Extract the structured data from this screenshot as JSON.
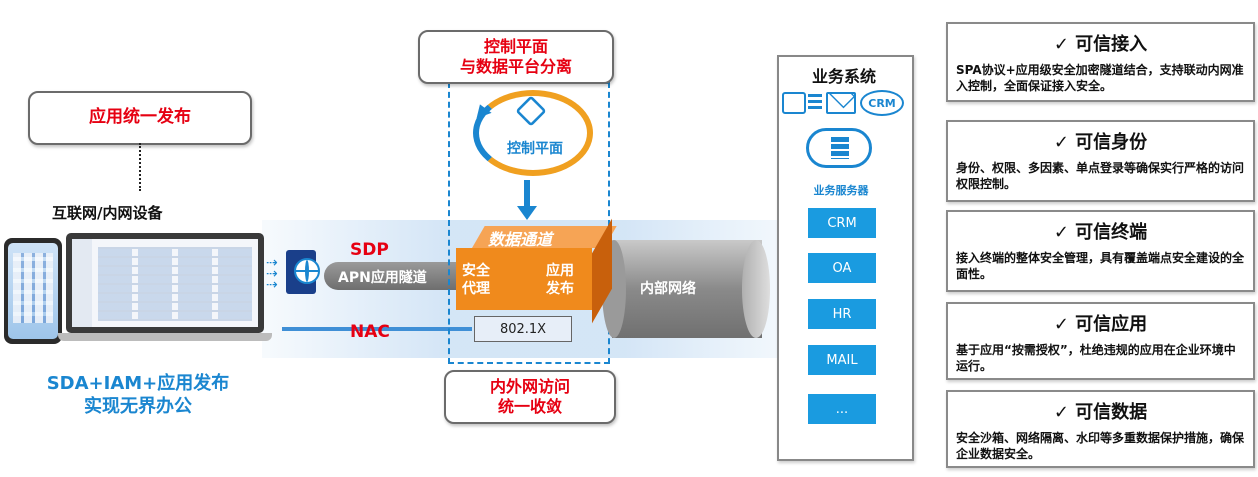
{
  "labels": {
    "app_release": "应用统一发布",
    "devices": "互联网/内网设备",
    "bottom_left_line1": "SDA+IAM+应用发布",
    "bottom_left_line2": "实现无界办公",
    "separation_line1": "控制平面",
    "separation_line2": "与数据平台分离",
    "control_plane": "控制平面",
    "data_channel": "数据通道",
    "security_proxy_1": "安全",
    "security_proxy_2": "代理",
    "app_publish_1": "应用",
    "app_publish_2": "发布",
    "sdp": "SDP",
    "apn": "APN应用隧道",
    "nac": "NAC",
    "dot1x": "802.1X",
    "internal_network": "内部网络",
    "converge_line1": "内外网访问",
    "converge_line2": "统一收敛",
    "business_system": "业务系统",
    "business_server": "业务服务器",
    "crm_icon_text": "CRM"
  },
  "services": [
    "CRM",
    "OA",
    "HR",
    "MAIL",
    "..."
  ],
  "trust_cards": [
    {
      "title": "✓  可信接入",
      "desc": "SPA协议+应用级安全加密隧道结合，支持联动内网准入控制，全面保证接入安全。"
    },
    {
      "title": "✓  可信身份",
      "desc": "身份、权限、多因素、单点登录等确保实行严格的访问权限控制。"
    },
    {
      "title": "✓  可信终端",
      "desc": "接入终端的整体安全管理，具有覆盖端点安全建设的全面性。"
    },
    {
      "title": "✓  可信应用",
      "desc": "基于应用“按需授权”，杜绝违规的应用在企业环境中运行。"
    },
    {
      "title": "✓  可信数据",
      "desc": "安全沙箱、网络隔离、水印等多重数据保护措施，确保企业数据安全。"
    }
  ],
  "colors": {
    "accent_red": "#e60012",
    "accent_blue": "#1a86d0",
    "orange": "#f08a1c",
    "service_blue": "#1a9be0"
  }
}
